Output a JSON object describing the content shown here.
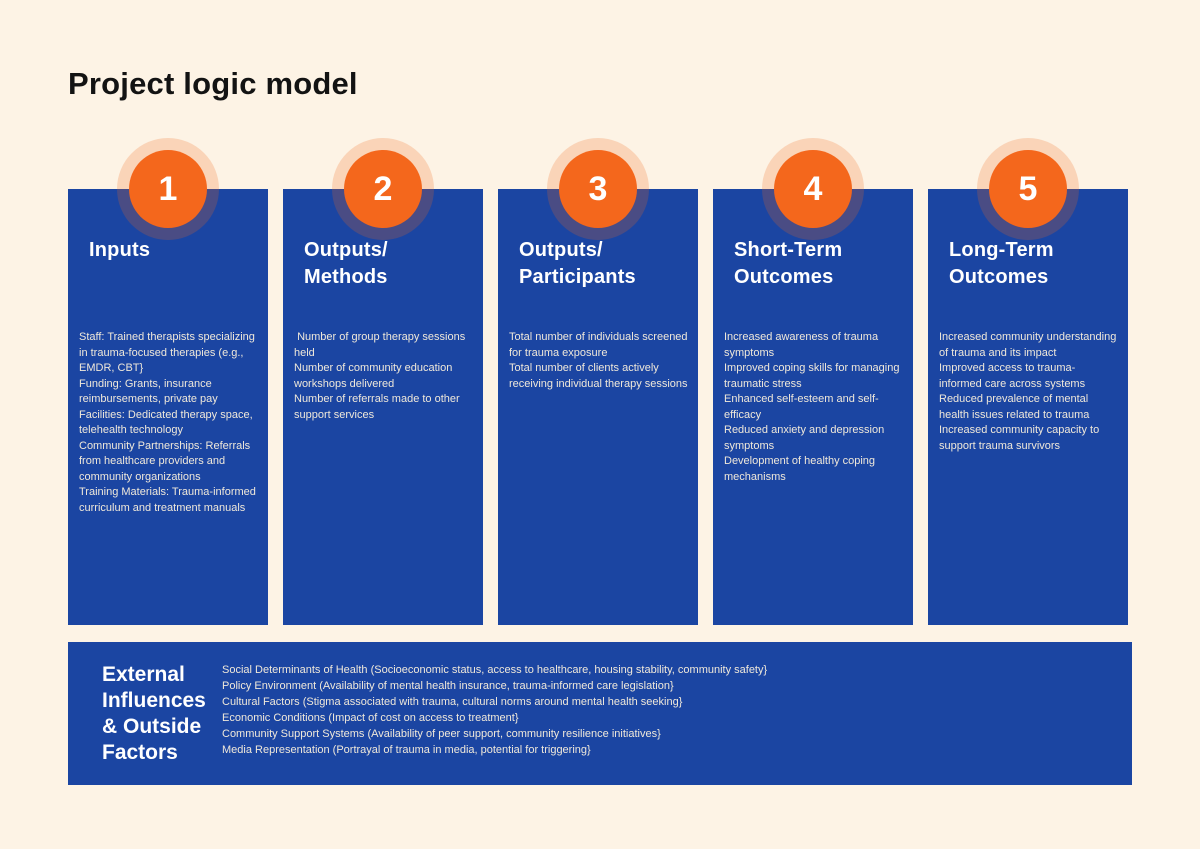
{
  "page": {
    "title": "Project logic model"
  },
  "colors": {
    "background_cream": "#fdf3e5",
    "card_blue": "#1b45a2",
    "accent_orange": "#f4671c",
    "halo_orange_translucent": "rgba(243,103,28,0.22)",
    "heading_white": "#ffffff",
    "body_text": "#efe8da",
    "title_black": "#131313"
  },
  "columns": [
    {
      "number": "1",
      "title": "Inputs",
      "items": [
        "Staff: Trained therapists specializing in trauma-focused therapies (e.g., EMDR, CBT}",
        "Funding: Grants, insurance reimbursements, private pay",
        "Facilities: Dedicated therapy space, telehealth technology",
        "Community Partnerships: Referrals from healthcare providers and community organizations",
        "Training Materials: Trauma-informed curriculum and treatment manuals"
      ]
    },
    {
      "number": "2",
      "title": "Outputs/\nMethods",
      "items": [
        " Number of group therapy sessions held",
        "Number of community education workshops delivered",
        "Number of referrals made to other support services"
      ]
    },
    {
      "number": "3",
      "title": "Outputs/\nParticipants",
      "items": [
        "Total number of individuals screened for trauma exposure",
        "Total number of clients actively receiving individual therapy sessions"
      ]
    },
    {
      "number": "4",
      "title": "Short-Term\nOutcomes",
      "items": [
        "Increased awareness of trauma symptoms",
        "Improved coping skills for managing traumatic stress",
        "Enhanced self-esteem and self-efficacy",
        "Reduced anxiety and depression symptoms",
        "Development of healthy coping mechanisms"
      ]
    },
    {
      "number": "5",
      "title": "Long-Term\nOutcomes",
      "items": [
        "Increased community understanding of trauma and its impact",
        "Improved access to trauma-informed care across systems",
        "Reduced prevalence of mental health issues related to trauma",
        "Increased community capacity to support trauma survivors"
      ]
    }
  ],
  "footer": {
    "title": "External\nInfluences\n& Outside\nFactors",
    "items": [
      "Social Determinants of Health (Socioeconomic status, access to healthcare, housing stability, community safety}",
      "Policy Environment (Availability of mental health insurance, trauma-informed care legislation}",
      "Cultural Factors (Stigma associated with trauma, cultural norms around mental health seeking}",
      "Economic Conditions (Impact of cost on access to treatment}",
      "Community Support Systems (Availability of peer support, community resilience initiatives}",
      "Media Representation (Portrayal of trauma in media, potential for triggering}"
    ]
  }
}
